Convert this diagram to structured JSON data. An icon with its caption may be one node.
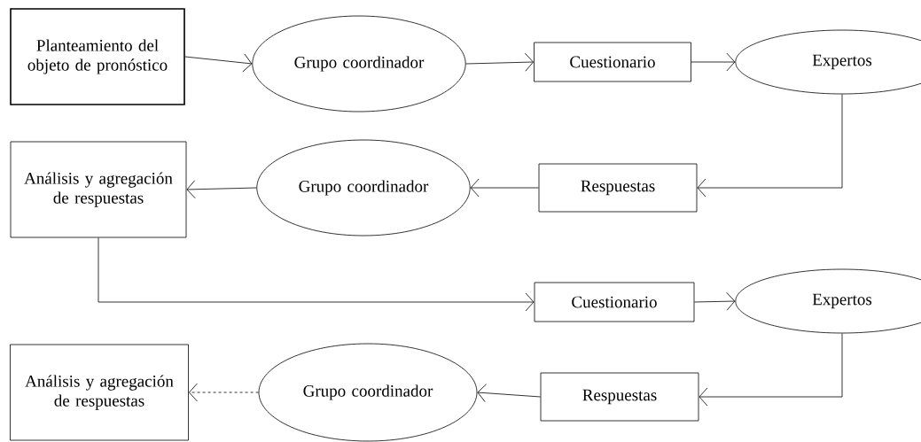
{
  "diagram": {
    "nodes": [
      {
        "text": [
          "Planteamiento del objeto de pronóstico"
        ]
      },
      {
        "text": [
          "Grupo coordinador"
        ]
      },
      {
        "text": [
          "Cuestionario"
        ]
      },
      {
        "text": [
          "Expertos"
        ]
      },
      {
        "text": [
          "Análisis y agregación de respuestas"
        ]
      },
      {
        "text": [
          "Grupo coordinador"
        ]
      },
      {
        "text": [
          "Respuestas"
        ]
      },
      {
        "text": [
          "Cuestionario"
        ]
      },
      {
        "text": [
          "Expertos"
        ]
      },
      {
        "text": [
          "Análisis y agregación de respuestas"
        ]
      },
      {
        "text": [
          "Grupo coordinador"
        ]
      },
      {
        "text": [
          "Respuestas"
        ]
      }
    ],
    "edges": [
      {
        "from": 0,
        "to": 1,
        "arrow": "to"
      },
      {
        "from": 1,
        "to": 2,
        "arrow": "to"
      },
      {
        "from": 2,
        "to": 3,
        "arrow": "to"
      },
      {
        "from": 3,
        "to": 6,
        "arrow": "to"
      },
      {
        "from": 6,
        "to": 5,
        "arrow": "to"
      },
      {
        "from": 5,
        "to": 4,
        "arrow": "to"
      },
      {
        "from": 4,
        "to": 7,
        "arrow": "to"
      },
      {
        "from": 7,
        "to": 8,
        "arrow": "to"
      },
      {
        "from": 8,
        "to": 11,
        "arrow": "to"
      },
      {
        "from": 11,
        "to": 10,
        "arrow": "to"
      },
      {
        "from": 10,
        "to": 9,
        "arrow": "to",
        "style": "dashed"
      }
    ]
  }
}
